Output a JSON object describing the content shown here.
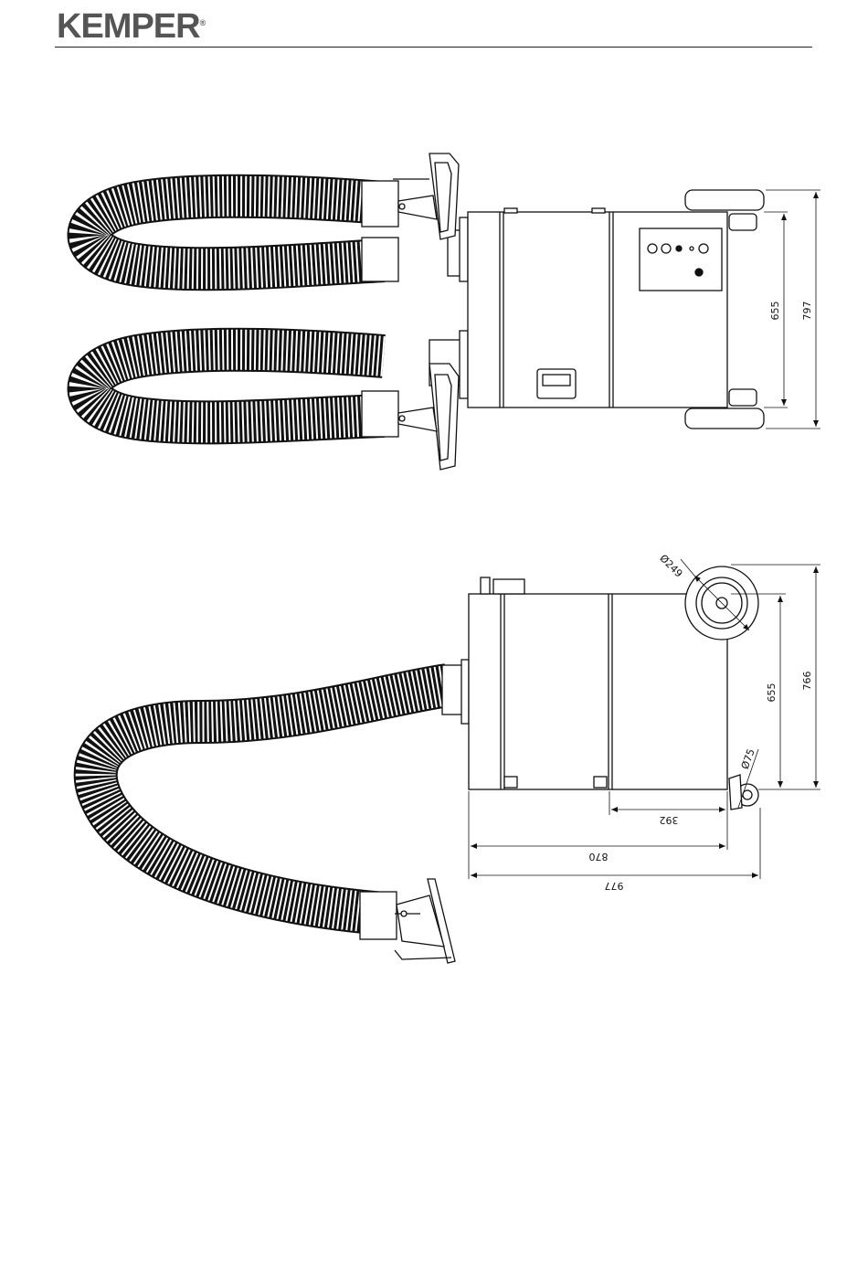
{
  "brand": {
    "name": "KEMPER",
    "reg": "®"
  },
  "top_view": {
    "dim_inner_height": "655",
    "dim_outer_height": "797"
  },
  "side_view": {
    "dim_wheel_diameter": "Ø249",
    "dim_inner_height": "655",
    "dim_outer_height": "766",
    "dim_caster_diameter": "Ø75",
    "dim_rear_section": "392",
    "dim_body_length": "870",
    "dim_total_length": "977"
  }
}
